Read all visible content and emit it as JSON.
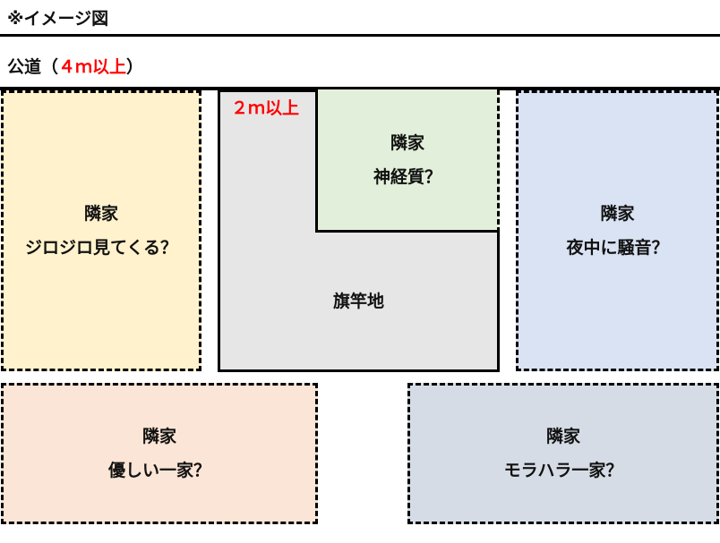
{
  "title": "※イメージ図",
  "road": {
    "label": "公道（",
    "width": "４ｍ以上",
    "close": "）"
  },
  "flag_lot": {
    "label": "旗竿地",
    "access_width": "２ｍ以上"
  },
  "neighbors": [
    {
      "line1": "隣家",
      "line2": "ジロジロ見てくる？",
      "color": "#fff2cc"
    },
    {
      "line1": "隣家",
      "line2": "神経質？",
      "color": "#e2efda"
    },
    {
      "line1": "隣家",
      "line2": "夜中に騒音？",
      "color": "#dae3f3"
    },
    {
      "line1": "隣家",
      "line2": "優しい一家？",
      "color": "#fbe5d6"
    },
    {
      "line1": "隣家",
      "line2": "モラハラ一家？",
      "color": "#d6dce5"
    }
  ],
  "colors": {
    "lot": "#e7e6e6",
    "accent": "#ff0000"
  }
}
